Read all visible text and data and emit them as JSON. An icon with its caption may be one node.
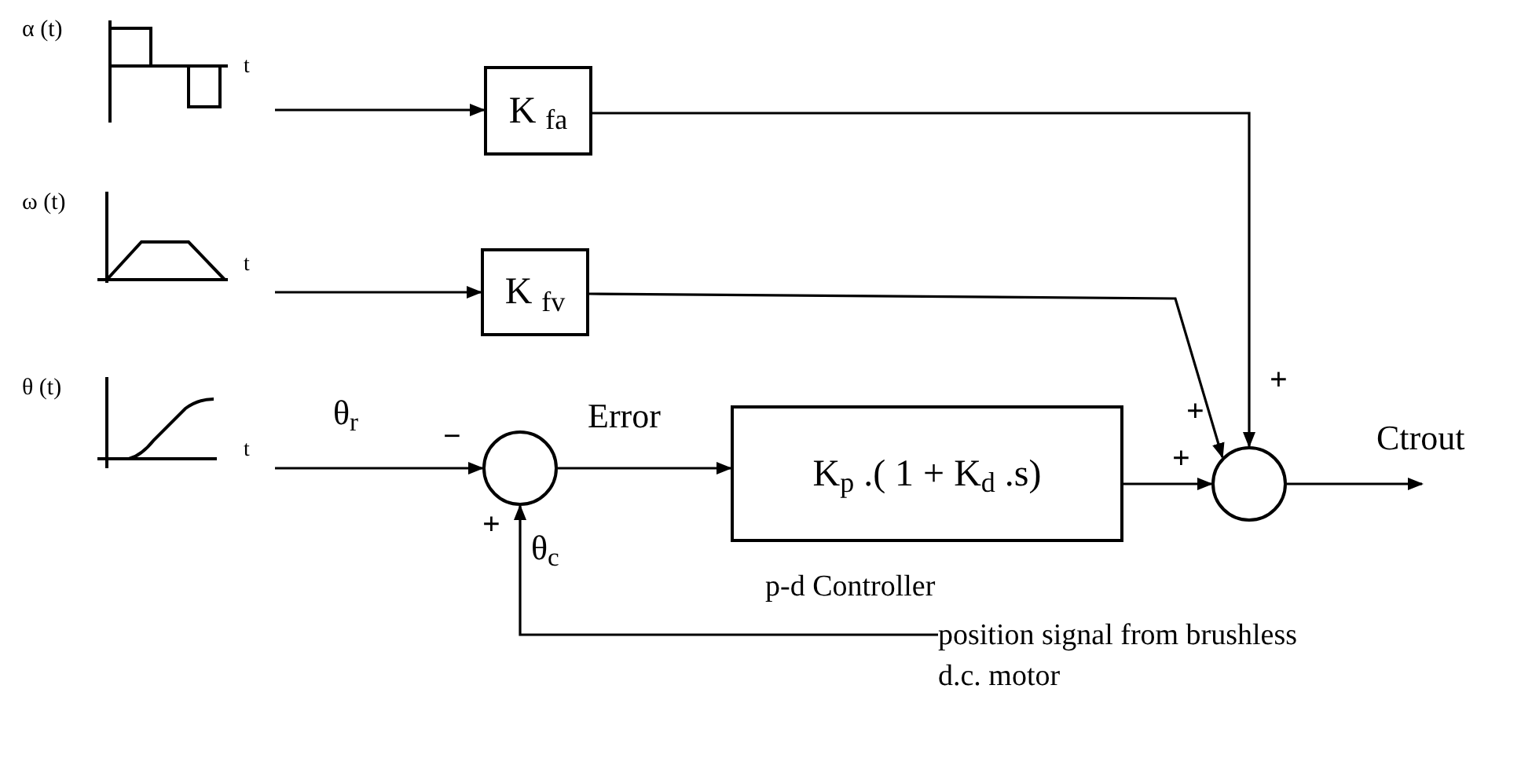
{
  "diagram": {
    "nodes": [
      {
        "text": [
          "α (t)",
          "t"
        ]
      },
      {
        "text": [
          "K $_{fa}$"
        ]
      },
      {
        "text": [
          "ω (t)",
          "t"
        ]
      },
      {
        "text": [
          "K $_{fv}$"
        ]
      },
      {
        "text": [
          "θ (t)",
          "t"
        ]
      },
      {
        "text": [],
        "shape": "circle"
      },
      {
        "text": [
          "K$_{p}$ .( 1 + K$_{d}$ .s)"
        ],
        "beside": [
          "p-d Controller"
        ]
      },
      {
        "text": [],
        "shape": "circle"
      },
      {
        "text": [
          "position signal from brushless d.c. motor"
        ]
      }
    ],
    "edges": [
      {
        "from": 0,
        "to": 1,
        "arrow": "to"
      },
      {
        "from": 2,
        "to": 3,
        "arrow": "to"
      },
      {
        "from": 4,
        "to": 5,
        "arrow": "to",
        "label": "θ$_{r}$"
      },
      {
        "from": 5,
        "to": 6,
        "arrow": "to",
        "label": "Error"
      },
      {
        "from": 1,
        "to": 7,
        "arrow": "to"
      },
      {
        "from": 3,
        "to": 7,
        "arrow": "to"
      },
      {
        "from": 6,
        "to": 7,
        "arrow": "to"
      },
      {
        "from": 8,
        "to": 5,
        "arrow": "to",
        "label": "θ$_{c}$"
      },
      {
        "from": 7,
        "to": null,
        "arrow": "to",
        "label": "Ctrout"
      }
    ],
    "labels": [
      "+",
      "+",
      "+",
      "−",
      "+"
    ]
  }
}
